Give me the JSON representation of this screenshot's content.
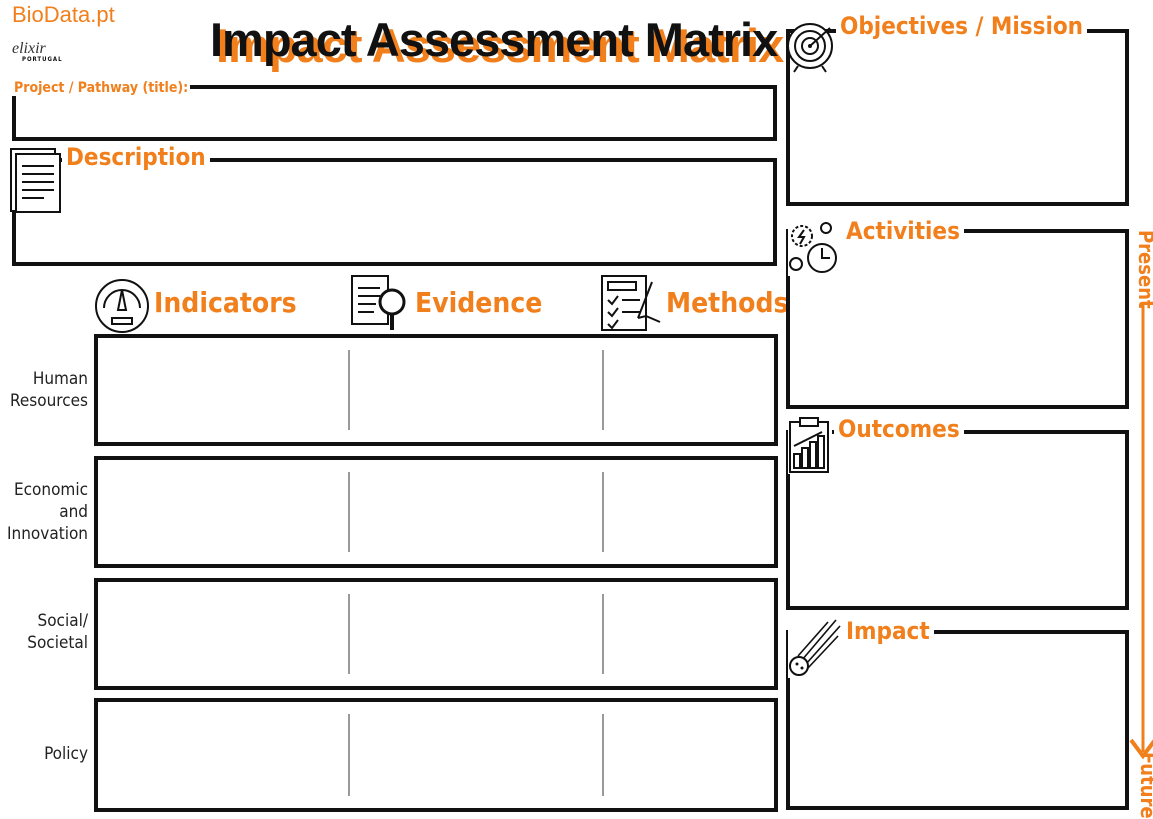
{
  "branding": {
    "biodata": "BioData.pt",
    "elixir": "elixir",
    "portugal": "PORTUGAL"
  },
  "title": "Impact Assessment Matrix",
  "project_label": "Project / Pathway (title):",
  "description_label": "Description",
  "columns": [
    "Indicators",
    "Evidence",
    "Methods"
  ],
  "rows": [
    "Human Resources",
    "Economic and Innovation",
    "Social/ Societal",
    "Policy"
  ],
  "rows_lines": [
    [
      "Human",
      "Resources"
    ],
    [
      "Economic",
      "and",
      "Innovation"
    ],
    [
      "Social/",
      "Societal"
    ],
    [
      "Policy"
    ]
  ],
  "right_panels": {
    "objectives": "Objectives / Mission",
    "activities": "Activities",
    "outcomes": "Outcomes",
    "impact": "Impact"
  },
  "timeline": {
    "start": "Present",
    "end": "Future"
  },
  "colors": {
    "accent": "#f07f1c",
    "ink": "#111111",
    "divider": "#999999"
  },
  "icons": [
    "target-icon",
    "document-icon",
    "speedometer-icon",
    "evidence-magnifier-icon",
    "checklist-icon",
    "gears-clock-icon",
    "chart-clipboard-icon",
    "comet-icon"
  ]
}
